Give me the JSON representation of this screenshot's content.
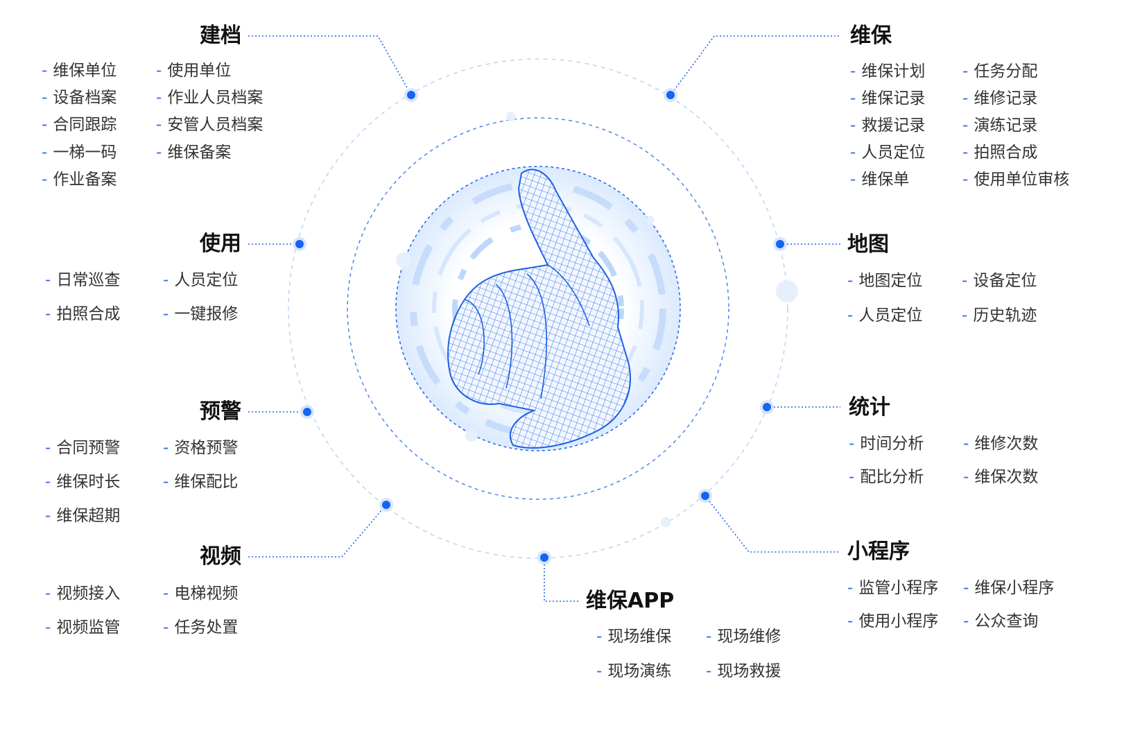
{
  "accent_color": "#1565f0",
  "center_icon": "wireframe-pointing-hand-icon",
  "groups": [
    {
      "id": "jiandang",
      "title": "建档",
      "items": [
        "维保单位",
        "设备档案",
        "合同跟踪",
        "一梯一码",
        "作业备案",
        "使用单位",
        "作业人员档案",
        "安管人员档案",
        "维保备案"
      ]
    },
    {
      "id": "weibao",
      "title": "维保",
      "items": [
        "维保计划",
        "维保记录",
        "救援记录",
        "人员定位",
        "维保单",
        "任务分配",
        "维修记录",
        "演练记录",
        "拍照合成",
        "使用单位审核"
      ]
    },
    {
      "id": "shiyong",
      "title": "使用",
      "items": [
        "日常巡查",
        "拍照合成",
        "人员定位",
        "一键报修"
      ]
    },
    {
      "id": "ditu",
      "title": "地图",
      "items": [
        "地图定位",
        "人员定位",
        "设备定位",
        "历史轨迹"
      ]
    },
    {
      "id": "yujing",
      "title": "预警",
      "items": [
        "合同预警",
        "维保时长",
        "维保超期",
        "资格预警",
        "维保配比"
      ]
    },
    {
      "id": "tongji",
      "title": "统计",
      "items": [
        "时间分析",
        "配比分析",
        "维修次数",
        "维保次数"
      ]
    },
    {
      "id": "shipin",
      "title": "视频",
      "items": [
        "视频接入",
        "视频监管",
        "电梯视频",
        "任务处置"
      ]
    },
    {
      "id": "xiaochengxu",
      "title": "小程序",
      "items": [
        "监管小程序",
        "使用小程序",
        "维保小程序",
        "公众查询"
      ]
    },
    {
      "id": "app",
      "title": "维保APP",
      "items": [
        "现场维保",
        "现场演练",
        "现场维修",
        "现场救援"
      ]
    }
  ]
}
